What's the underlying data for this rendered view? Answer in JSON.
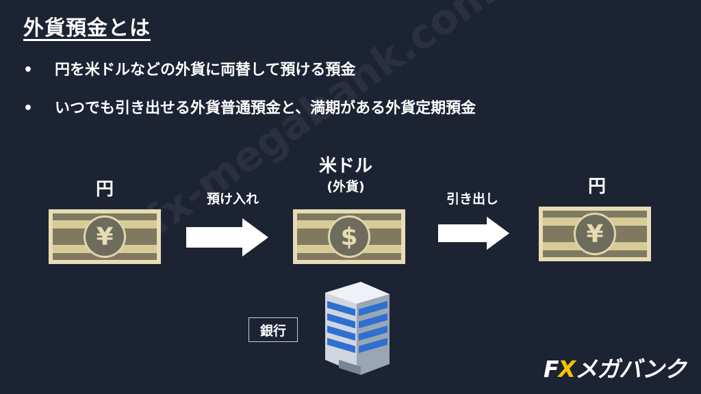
{
  "title": "外貨預金とは",
  "bullets": [
    {
      "marker": "•",
      "text": "円を米ドルなどの外貨に両替して預ける預金"
    },
    {
      "marker": "•",
      "text": "いつでも引き出せる外貨普通預金と、満期がある外貨定期預金"
    }
  ],
  "diagram": {
    "left_currency": "円",
    "middle_currency": "米ドル",
    "middle_sub": "(外貨)",
    "right_currency": "円",
    "deposit_label": "預け入れ",
    "withdraw_label": "引き出し",
    "yen_symbol": "¥",
    "dollar_symbol": "$",
    "bank_label": "銀行"
  },
  "watermark": "fx-megabank.com",
  "logo": {
    "part1": "F",
    "part2": "X",
    "part3": "メガバンク"
  },
  "colors": {
    "background": "#1c2333",
    "bill_base": "#7f7a5f",
    "bill_band": "#d8cb97",
    "logo_accent": "#f5c400"
  },
  "icons": [
    "yen-bill-icon",
    "dollar-bill-icon",
    "right-arrow-icon",
    "bank-building-icon"
  ]
}
